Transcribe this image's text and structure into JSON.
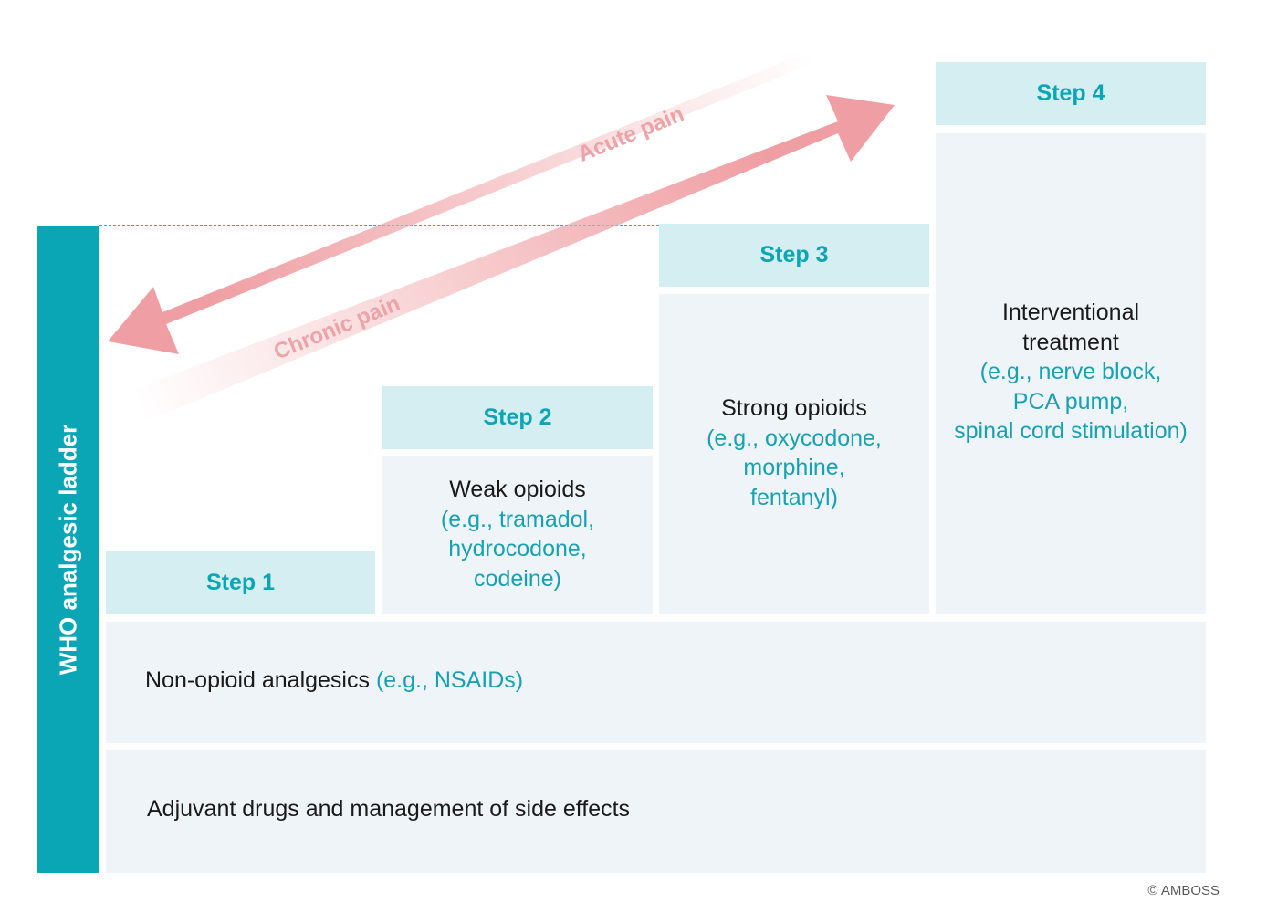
{
  "sidebar": {
    "title": "WHO analgesic ladder"
  },
  "arrows": {
    "acute_label": "Acute pain",
    "chronic_label": "Chronic pain"
  },
  "steps": [
    {
      "label": "Step 1"
    },
    {
      "label": "Step 2",
      "main": "Weak opioids",
      "examples": [
        "(e.g., tramadol,",
        "hydrocodone,",
        "codeine)"
      ]
    },
    {
      "label": "Step 3",
      "main": "Strong opioids",
      "examples": [
        "(e.g., oxycodone,",
        "morphine,",
        "fentanyl)"
      ]
    },
    {
      "label": "Step 4",
      "main_lines": [
        "Interventional",
        "treatment"
      ],
      "examples": [
        "(e.g., nerve block,",
        "PCA pump,",
        "spinal cord stimulation)"
      ]
    }
  ],
  "base_rows": {
    "non_opioid": {
      "main": "Non-opioid analgesics",
      "examples": "(e.g., NSAIDs)"
    },
    "adjuvant": {
      "main": "Adjuvant drugs and management of side effects"
    }
  },
  "copyright": "© AMBOSS",
  "colors": {
    "teal": "#0ba6b5",
    "header_bg": "#d4eef1",
    "panel_bg": "#eff4f8",
    "arrow": "#ef9fa3"
  }
}
